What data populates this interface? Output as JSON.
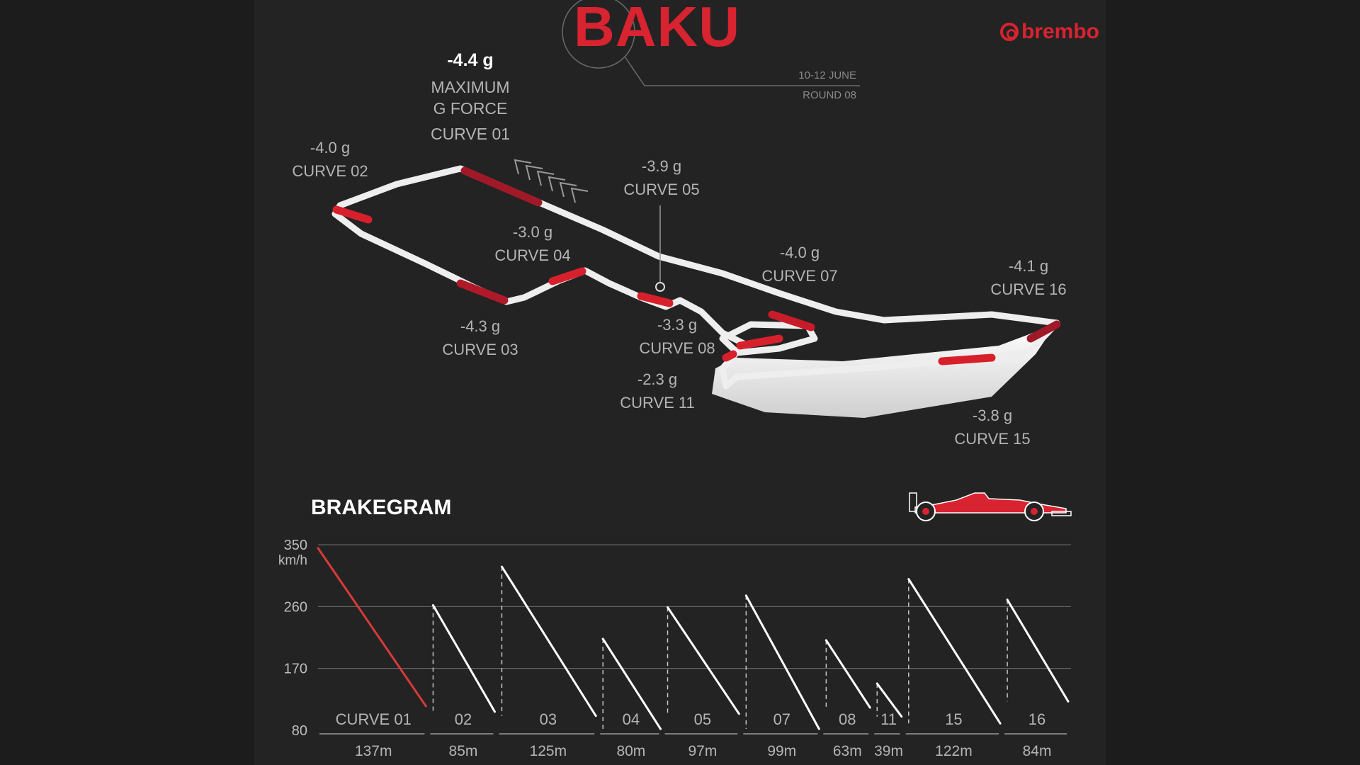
{
  "header": {
    "title": "BAKU",
    "date": "10-12 JUNE",
    "round": "ROUND 08",
    "brand": "brembo"
  },
  "max_gforce": {
    "value": "-4.4 g",
    "label_line1": "MAXIMUM",
    "label_line2": "G FORCE",
    "curve": "CURVE 01"
  },
  "curves": [
    {
      "id": "02",
      "g": "-4.0 g",
      "label": "CURVE 02"
    },
    {
      "id": "03",
      "g": "-4.3 g",
      "label": "CURVE 03"
    },
    {
      "id": "04",
      "g": "-3.0 g",
      "label": "CURVE 04"
    },
    {
      "id": "05",
      "g": "-3.9 g",
      "label": "CURVE 05"
    },
    {
      "id": "07",
      "g": "-4.0 g",
      "label": "CURVE 07"
    },
    {
      "id": "08",
      "g": "-3.3 g",
      "label": "CURVE 08"
    },
    {
      "id": "11",
      "g": "-2.3 g",
      "label": "CURVE 11"
    },
    {
      "id": "15",
      "g": "-3.8 g",
      "label": "CURVE 15"
    },
    {
      "id": "16",
      "g": "-4.1 g",
      "label": "CURVE 16"
    }
  ],
  "brakegram": {
    "title": "BRAKEGRAM"
  },
  "chart_data": {
    "type": "line",
    "title": "BRAKEGRAM",
    "ylabel": "km/h",
    "y_ticks": [
      350,
      260,
      170,
      80
    ],
    "ylim": [
      80,
      350
    ],
    "grid": true,
    "highlight_color": "#d83a3a",
    "line_color": "#ffffff",
    "segments": [
      {
        "label": "CURVE 01",
        "distance": "137m",
        "dist_m": 137,
        "v_start": 345,
        "v_end": 115,
        "highlight": true
      },
      {
        "label": "02",
        "distance": "85m",
        "dist_m": 85,
        "v_start": 262,
        "v_end": 107
      },
      {
        "label": "03",
        "distance": "125m",
        "dist_m": 125,
        "v_start": 318,
        "v_end": 101
      },
      {
        "label": "04",
        "distance": "80m",
        "dist_m": 80,
        "v_start": 213,
        "v_end": 82
      },
      {
        "label": "05",
        "distance": "97m",
        "dist_m": 97,
        "v_start": 259,
        "v_end": 104
      },
      {
        "label": "07",
        "distance": "99m",
        "dist_m": 99,
        "v_start": 276,
        "v_end": 82
      },
      {
        "label": "08",
        "distance": "63m",
        "dist_m": 63,
        "v_start": 211,
        "v_end": 113
      },
      {
        "label": "11",
        "distance": "39m",
        "dist_m": 39,
        "v_start": 148,
        "v_end": 100
      },
      {
        "label": "15",
        "distance": "122m",
        "dist_m": 122,
        "v_start": 300,
        "v_end": 90
      },
      {
        "label": "16",
        "distance": "84m",
        "dist_m": 84,
        "v_start": 270,
        "v_end": 122
      }
    ]
  }
}
